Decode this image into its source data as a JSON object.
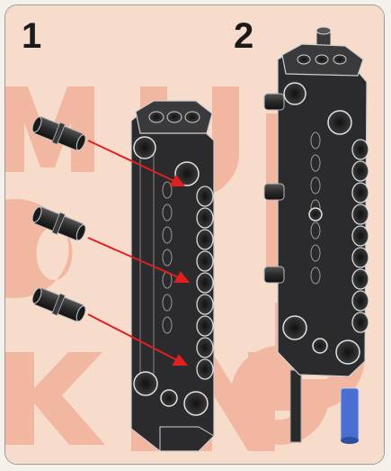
{
  "steps": [
    {
      "number": "1"
    },
    {
      "number": "2"
    }
  ],
  "watermark": {
    "lines": [
      "MOULD",
      "KING"
    ]
  },
  "colors": {
    "background": "#f7dccb",
    "watermark": "#f0b098",
    "beam": "#2b2b2d",
    "beam_outline": "#d8d8d8",
    "pin": "#2a2a2a",
    "arrow": "#e02020",
    "axle_blue": "#4a6fd0"
  },
  "icons": {
    "beam": "technic-liftarm-icon",
    "pin": "technic-pin-icon",
    "arrow": "insert-arrow-icon"
  }
}
